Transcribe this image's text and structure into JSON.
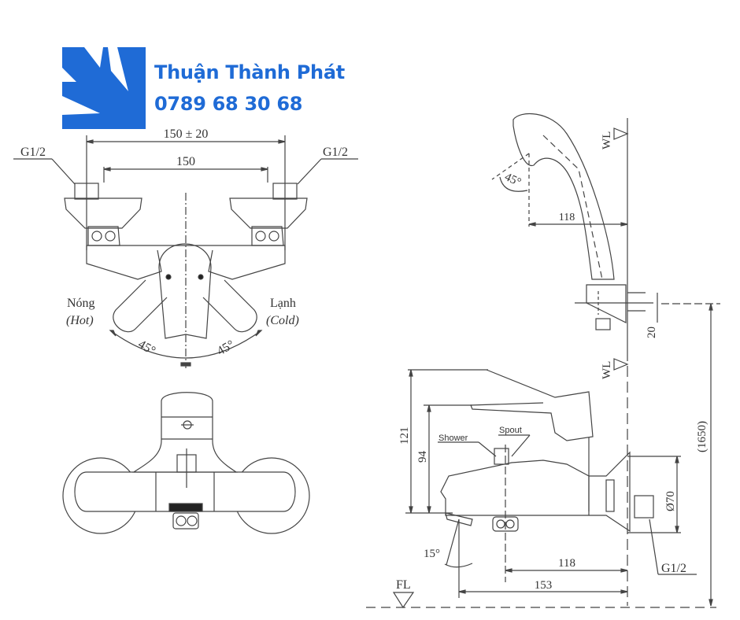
{
  "brand": {
    "name": "Thuận Thành Phát",
    "phone": "0789 68 30 68",
    "color": "#1f6bd6"
  },
  "front_top_view": {
    "dim_outer": "150 ± 20",
    "dim_inner": "150",
    "inlet_left_label": "G1/2",
    "inlet_right_label": "G1/2",
    "hot_label": "Nóng",
    "hot_label_en": "(Hot)",
    "cold_label": "Lạnh",
    "cold_label_en": "(Cold)",
    "angle_left": "45°",
    "angle_right": "45°"
  },
  "front_view": {},
  "side_view": {
    "shower_head_angle": "45°",
    "shower_head_offset": "118",
    "water_level_label_top": "WL",
    "water_level_label_mid": "WL",
    "holder_dim": "20",
    "height_to_holder": "(1650)",
    "height_lever": "121",
    "height_body": "94",
    "shower_label": "Shower",
    "spout_label": "Spout",
    "diameter": "Ø70",
    "inlet_label": "G1/2",
    "spout_angle": "15°",
    "dim_spout_center": "118",
    "dim_spout_tip": "153",
    "floor_level_label": "FL"
  }
}
